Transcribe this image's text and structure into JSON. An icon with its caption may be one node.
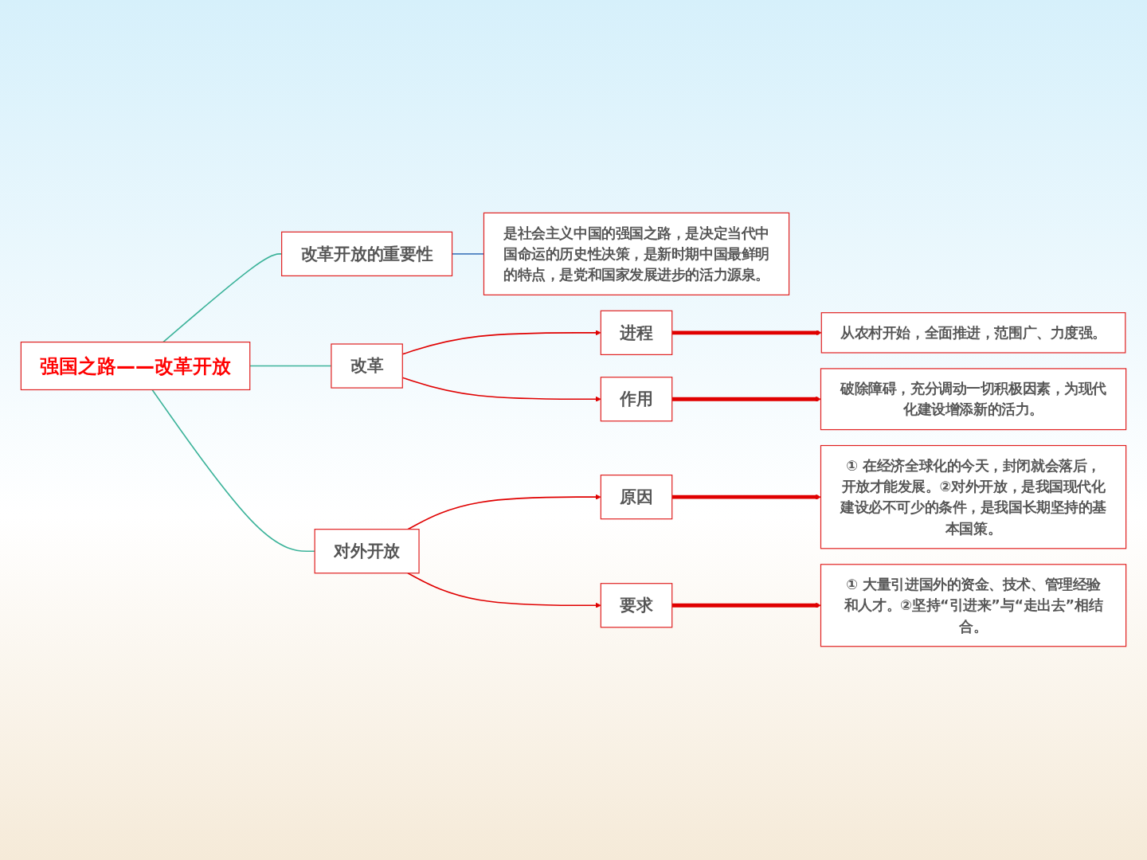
{
  "diagram": {
    "nodes": [
      {
        "text": [
          "强国之路——改革开放"
        ]
      },
      {
        "text": [
          "改革开放的重要性"
        ]
      },
      {
        "text": [
          "是社会主义中国的强国之路，是决定当代中国命运的历史性决策，是新时期中国最鲜明的特点，是党和国家发展进步的活力源泉。"
        ]
      },
      {
        "text": [
          "改革"
        ]
      },
      {
        "text": [
          "进程"
        ]
      },
      {
        "text": [
          "从农村开始，全面推进，范围广、力度强。"
        ]
      },
      {
        "text": [
          "作用"
        ]
      },
      {
        "text": [
          "破除障碍，充分调动一切积极因素，为现代化建设增添新的活力。"
        ]
      },
      {
        "text": [
          "对外开放"
        ]
      },
      {
        "text": [
          "原因"
        ]
      },
      {
        "text": [
          "① 在经济全球化的今天，封闭就会落后，开放才能发展。②对外开放，是我国现代化建设必不可少的条件，是我国长期坚持的基本国策。"
        ]
      },
      {
        "text": [
          "要求"
        ]
      },
      {
        "text": [
          "① 大量引进国外的资金、技术、管理经验和人才。②坚持“引进来”与“走出去”相结合。"
        ]
      }
    ],
    "edges": [
      {
        "from": 0,
        "to": 1,
        "arrow": "none",
        "color": "#3cb39a"
      },
      {
        "from": 0,
        "to": 3,
        "arrow": "none",
        "color": "#3cb39a"
      },
      {
        "from": 0,
        "to": 8,
        "arrow": "none",
        "color": "#3cb39a"
      },
      {
        "from": 1,
        "to": 2,
        "arrow": "none",
        "color": "#4a7fc0"
      },
      {
        "from": 3,
        "to": 4,
        "arrow": "to"
      },
      {
        "from": 3,
        "to": 6,
        "arrow": "to"
      },
      {
        "from": 4,
        "to": 5,
        "arrow": "to",
        "style": "thick"
      },
      {
        "from": 6,
        "to": 7,
        "arrow": "to",
        "style": "thick"
      },
      {
        "from": 8,
        "to": 9,
        "arrow": "to"
      },
      {
        "from": 8,
        "to": 11,
        "arrow": "to"
      },
      {
        "from": 9,
        "to": 10,
        "arrow": "to",
        "style": "thick"
      },
      {
        "from": 11,
        "to": 12,
        "arrow": "to",
        "style": "thick"
      }
    ]
  }
}
